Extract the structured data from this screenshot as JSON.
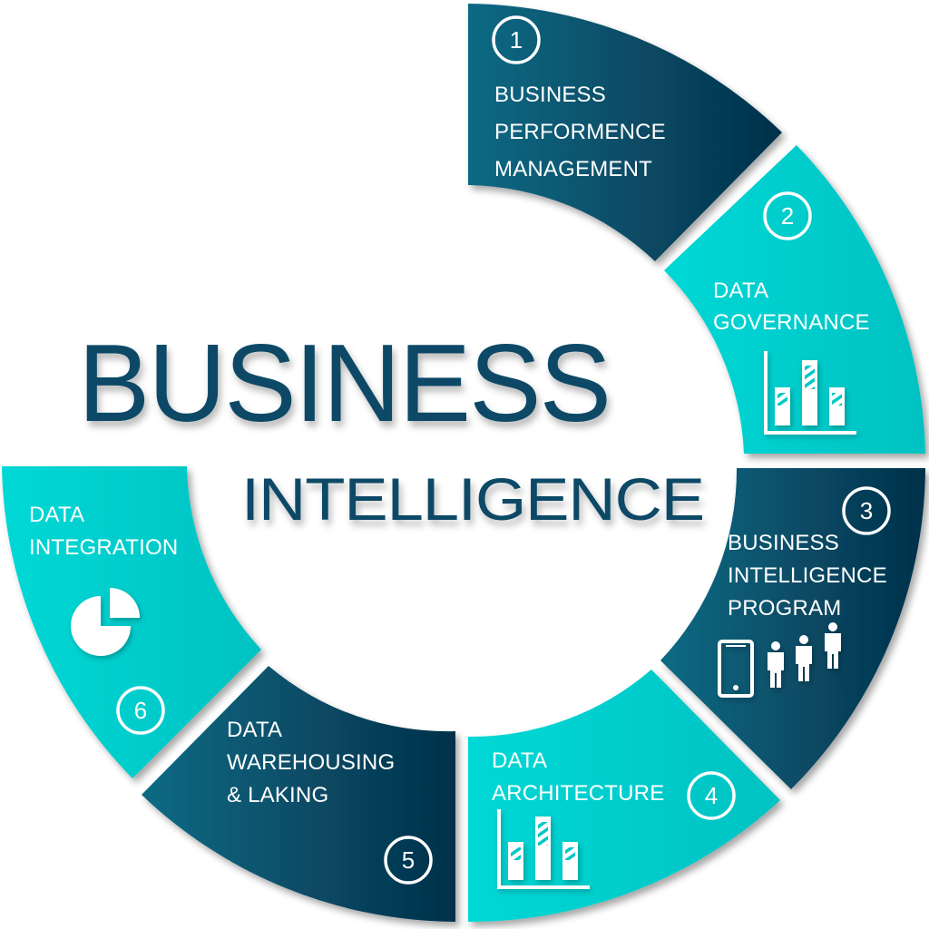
{
  "title": {
    "line1": "BUSINESS",
    "line2": "INTELLIGENCE",
    "color": "#0d4a66"
  },
  "colors": {
    "dark_segment_start": "#0a6680",
    "dark_segment_end": "#063049",
    "teal_segment_start": "#00d6d4",
    "teal_segment_end": "#00c0c0",
    "icon": "#ffffff",
    "background": "#ffffff"
  },
  "segments": [
    {
      "number": "1",
      "lines": [
        "BUSINESS",
        "PERFORMENCE",
        "MANAGEMENT"
      ],
      "style": "dark",
      "icon": "none"
    },
    {
      "number": "2",
      "lines": [
        "DATA",
        "GOVERNANCE"
      ],
      "style": "teal",
      "icon": "bar-chart-icon"
    },
    {
      "number": "3",
      "lines": [
        "BUSINESS",
        "INTELLIGENCE",
        "PROGRAM"
      ],
      "style": "dark",
      "icon": "smartphone-and-people-icon"
    },
    {
      "number": "4",
      "lines": [
        "DATA",
        "ARCHITECTURE"
      ],
      "style": "teal",
      "icon": "bar-chart-icon"
    },
    {
      "number": "5",
      "lines": [
        "DATA",
        "WAREHOUSING",
        "& LAKING"
      ],
      "style": "dark",
      "icon": "none"
    },
    {
      "number": "6",
      "lines": [
        "DATA",
        "INTEGRATION"
      ],
      "style": "teal",
      "icon": "pie-chart-icon"
    }
  ]
}
